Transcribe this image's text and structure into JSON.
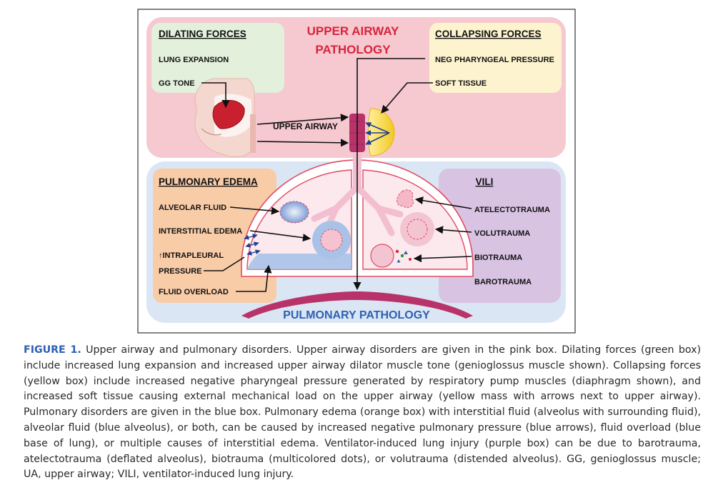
{
  "upper": {
    "title_line1": "UPPER AIRWAY",
    "title_line2": "PATHOLOGY",
    "dilating": {
      "heading": "DILATING FORCES",
      "items": [
        "LUNG EXPANSION",
        "GG TONE"
      ]
    },
    "collapsing": {
      "heading": "COLLAPSING FORCES",
      "items": [
        "NEG PHARYNGEAL PRESSURE",
        "SOFT TISSUE"
      ]
    },
    "airway_label": "UPPER AIRWAY"
  },
  "pulmonary": {
    "title": "PULMONARY PATHOLOGY",
    "edema": {
      "heading": "PULMONARY EDEMA",
      "items": [
        "ALVEOLAR FLUID",
        "INTERSTITIAL EDEMA",
        "↑INTRAPLEURAL",
        "PRESSURE",
        "FLUID OVERLOAD"
      ]
    },
    "vili": {
      "heading": "VILI",
      "items": [
        "ATELECTOTRAUMA",
        "VOLUTRAUMA",
        "BIOTRAUMA",
        "BAROTRAUMA"
      ]
    }
  },
  "caption": {
    "label": "FIGURE 1.",
    "text": " Upper airway and pulmonary disorders. Upper airway disorders are given in the pink box. Dilating forces (green box) include increased lung expansion and increased upper airway dilator muscle tone (genioglossus muscle shown). Collapsing forces (yellow box) include increased negative pharyngeal pressure generated by respiratory pump muscles (diaphragm shown), and increased soft tissue causing external mechanical load on the upper airway (yellow mass with arrows next to upper airway). Pulmonary disorders are given in the blue box. Pulmonary edema (orange box) with interstitial fluid (alveolus with surrounding fluid), alveolar fluid (blue alveolus), or both, can be caused by increased negative pulmonary pressure (blue arrows), fluid overload (blue base of lung), or multiple causes of interstitial edema. Ventilator-induced lung injury (purple box) can be due to barotrauma, atelectotrauma (deflated alveolus), biotrauma (multicolored dots), or volutrauma (distended alveolus). GG, genioglossus muscle; UA, upper airway; VILI, ventilator-induced lung injury."
  },
  "colors": {
    "pink_box": "#f6c8d0",
    "blue_box": "#dbe6f4",
    "green_box": "#e2f0dc",
    "yellow_box": "#fdf3cf",
    "orange_box": "#f9cca8",
    "purple_box": "#d9c3e3",
    "title_red": "#d7253c",
    "title_blue": "#2f5fb3",
    "lung_fill": "#fbe9ee",
    "lung_outline": "#e24a63",
    "fluid_blue": "#a9c3e8",
    "airway_magenta": "#b8336a",
    "soft_tissue": "#f6d84a",
    "diaphragm": "#b8336a"
  }
}
